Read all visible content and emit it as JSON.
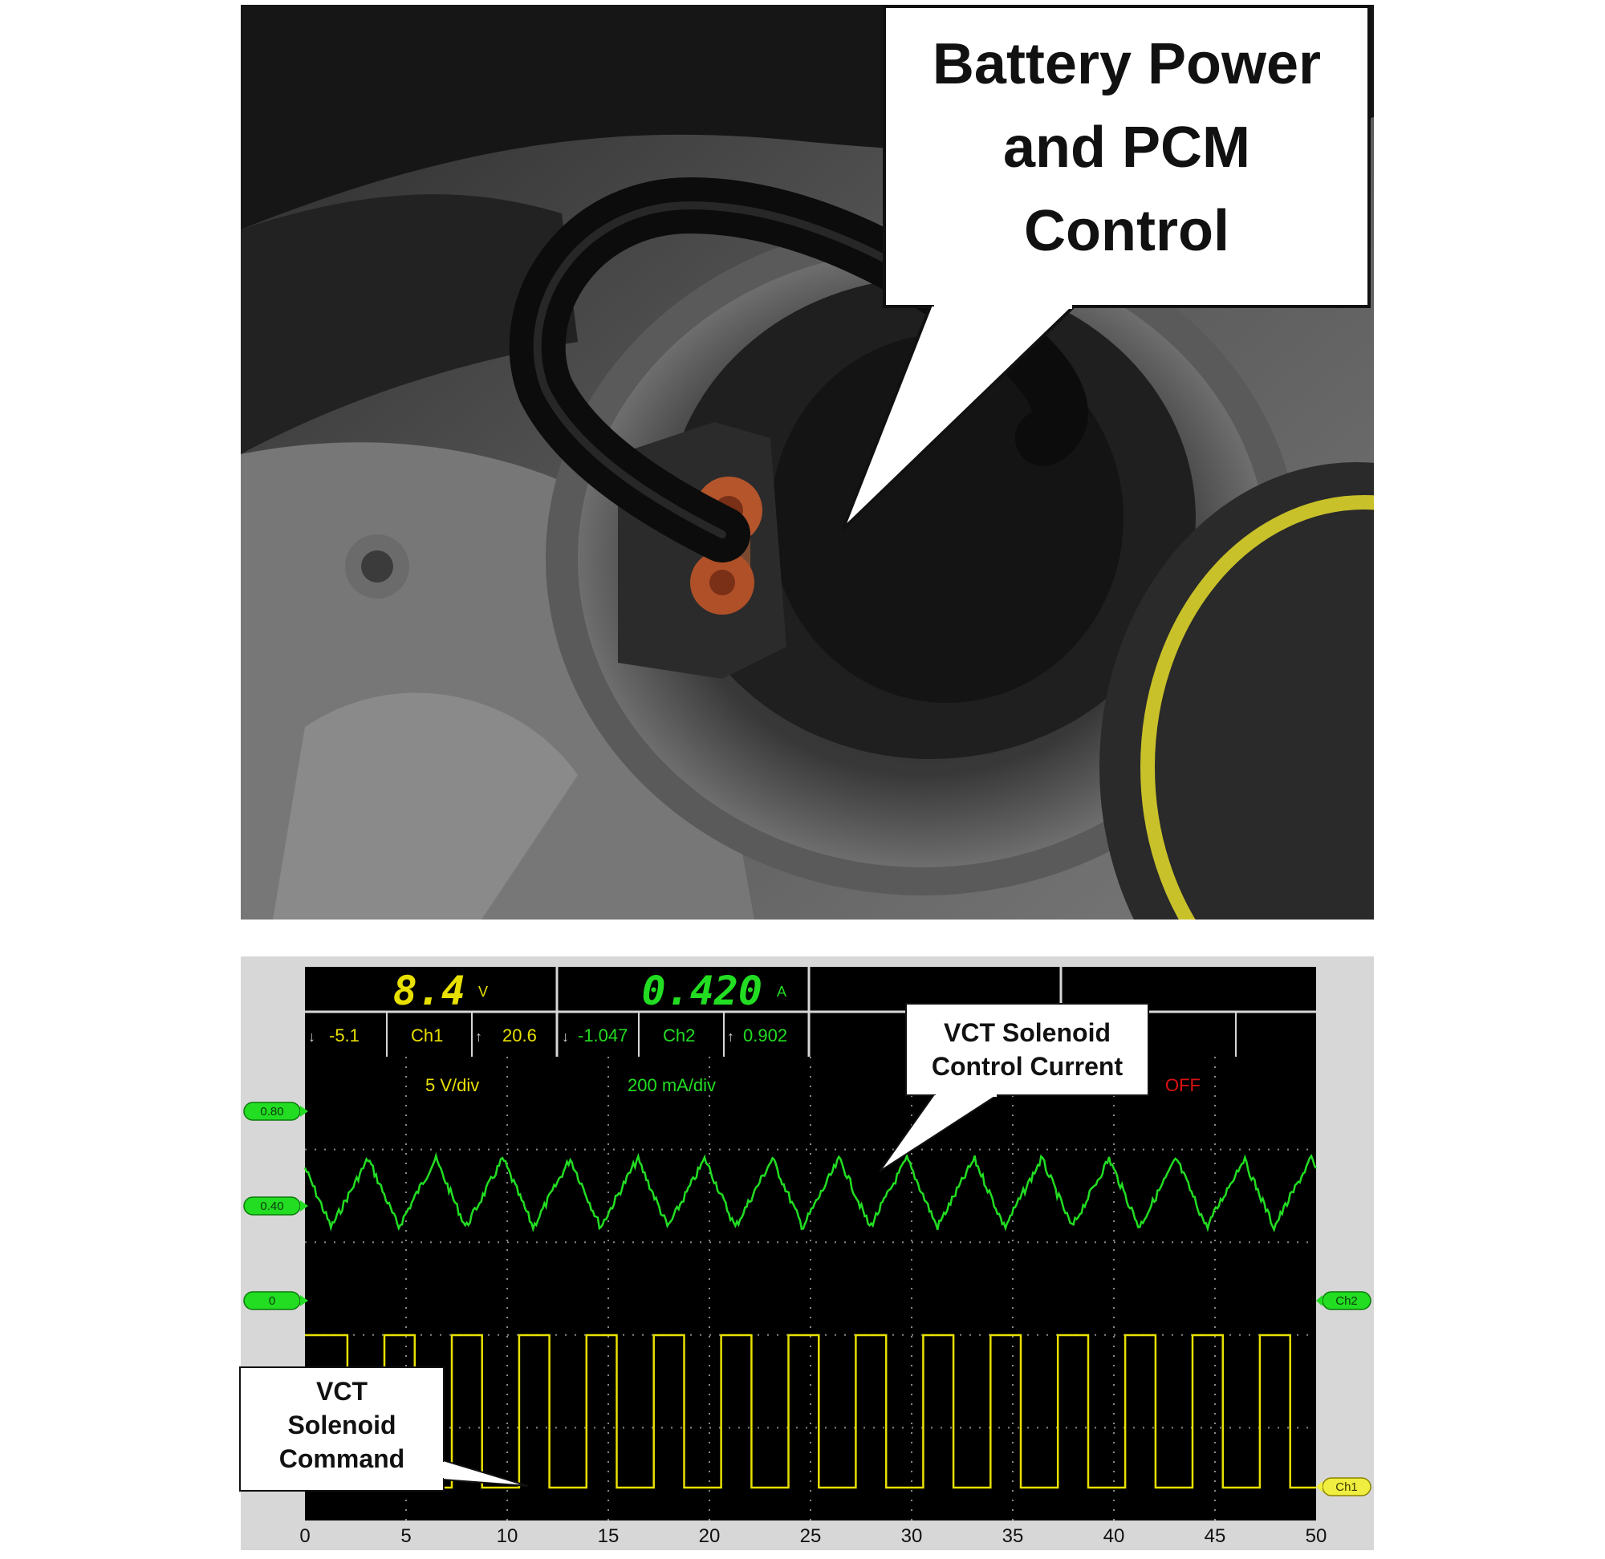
{
  "photo": {
    "callout": [
      "Battery Power",
      "and PCM",
      "Control"
    ]
  },
  "scope": {
    "ch1_reading": "8.4",
    "ch1_unit": "V",
    "ch2_reading": "0.420",
    "ch2_unit": "A",
    "ch1_min": "-5.1",
    "ch1_label": "Ch1",
    "ch1_max": "20.6",
    "ch2_min": "-1.047",
    "ch2_label": "Ch2",
    "ch2_max": "0.902",
    "ch1_scale": "5 V/div",
    "ch2_scale": "200 mA/div",
    "ch3_state": "OFF",
    "left_markers": [
      "0.80",
      "0.40",
      "0"
    ],
    "right_markers": [
      "Ch2",
      "Ch1"
    ],
    "x_ticks": [
      "0",
      "5",
      "10",
      "15",
      "20",
      "25",
      "30",
      "35",
      "40",
      "45",
      "50"
    ],
    "callout_current": [
      "VCT Solenoid",
      "Control Current"
    ],
    "callout_command": [
      "VCT",
      "Solenoid",
      "Command"
    ],
    "colors": {
      "ch1": "#e8e000",
      "ch2": "#22dd22",
      "off": "#dd1111"
    }
  },
  "chart_data": {
    "type": "line",
    "x_unit_ticks": [
      0,
      5,
      10,
      15,
      20,
      25,
      30,
      35,
      40,
      45,
      50
    ],
    "xlim": [
      0,
      50
    ],
    "series": [
      {
        "name": "VCT Solenoid Control Current",
        "period": 3.33,
        "min": 0.31,
        "max": 0.6
      },
      {
        "name": "VCT Solenoid Command",
        "period": 3.33,
        "duty": 0.55
      }
    ]
  }
}
